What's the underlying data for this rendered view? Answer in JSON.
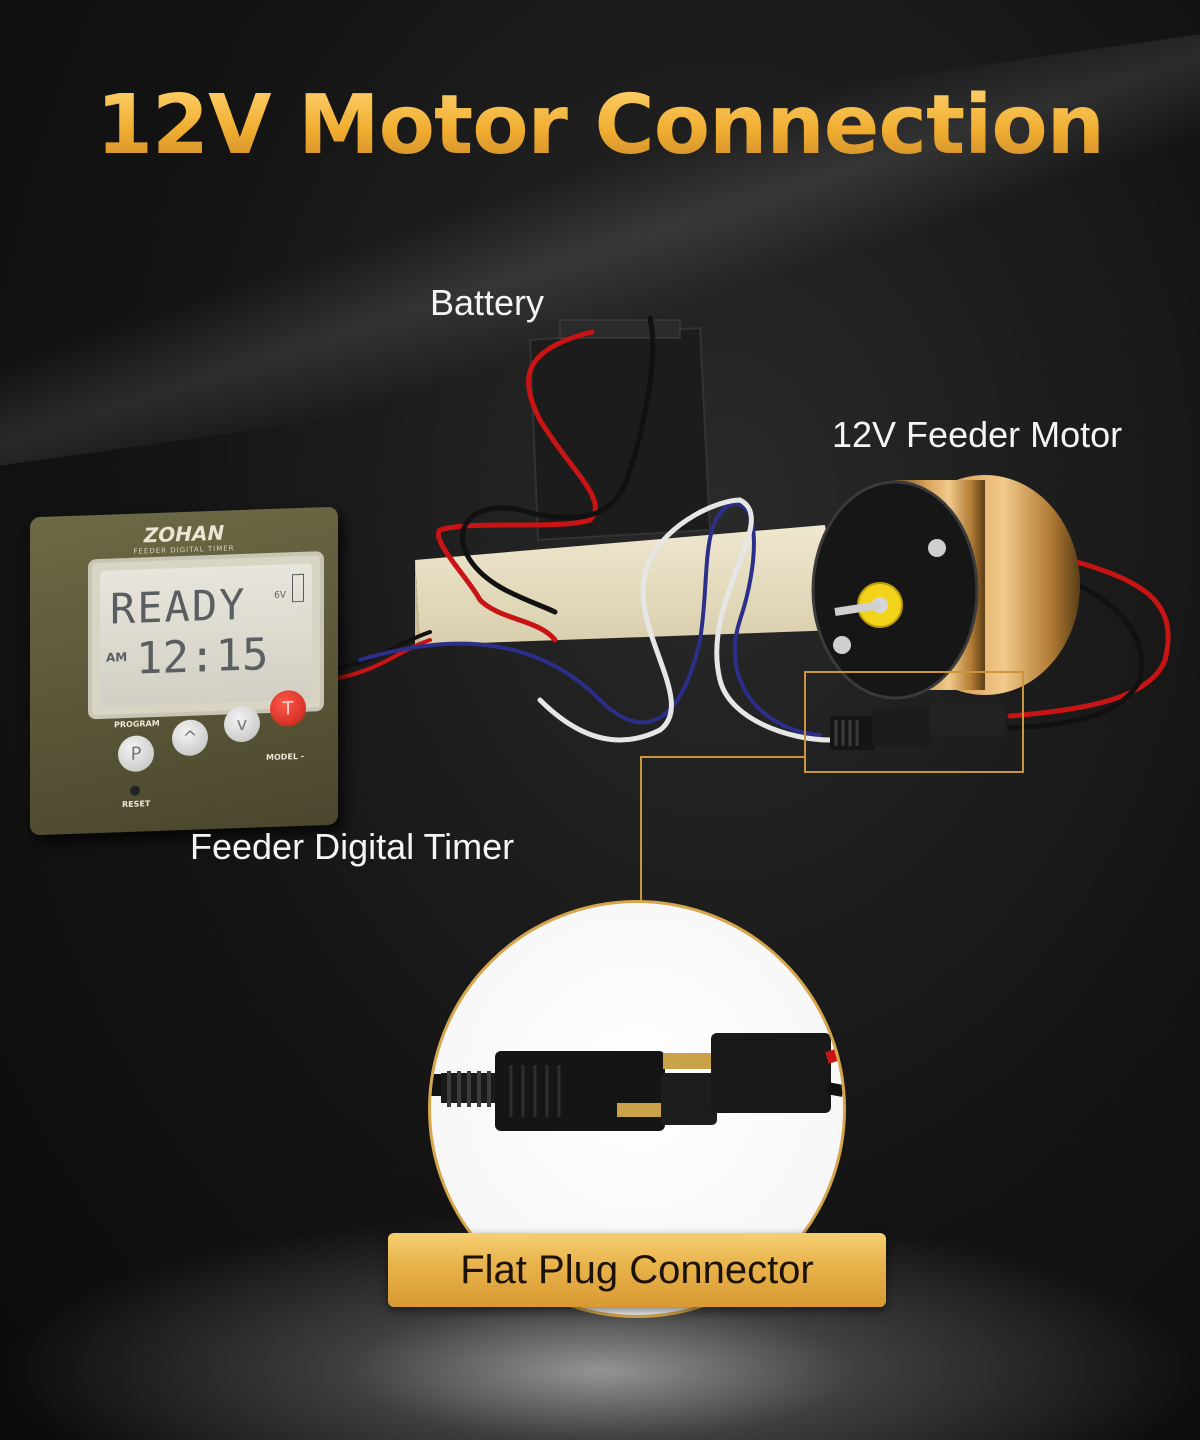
{
  "title": "12V Motor Connection",
  "labels": {
    "battery": "Battery",
    "motor": "12V Feeder Motor",
    "timer": "Feeder Digital Timer",
    "connector": "Flat Plug Connector"
  },
  "timer_device": {
    "brand": "ZOHAN",
    "subtitle": "FEEDER DIGITAL TIMER",
    "display_line1": "READY",
    "display_line2": "12:15",
    "display_am": "AM",
    "display_voltage": "6V",
    "program_label": "PROGRAM",
    "reset_label": "RESET",
    "model_label": "MODEL -",
    "buttons": [
      "P",
      "^",
      "v",
      "T"
    ]
  },
  "colors": {
    "title_gold": "#f0ad30",
    "badge_gold": "#e8b24a",
    "wire_red": "#d11a1a",
    "wire_black": "#111111",
    "wire_blue": "#2b2f8a",
    "wire_white": "#e6e6e6"
  }
}
